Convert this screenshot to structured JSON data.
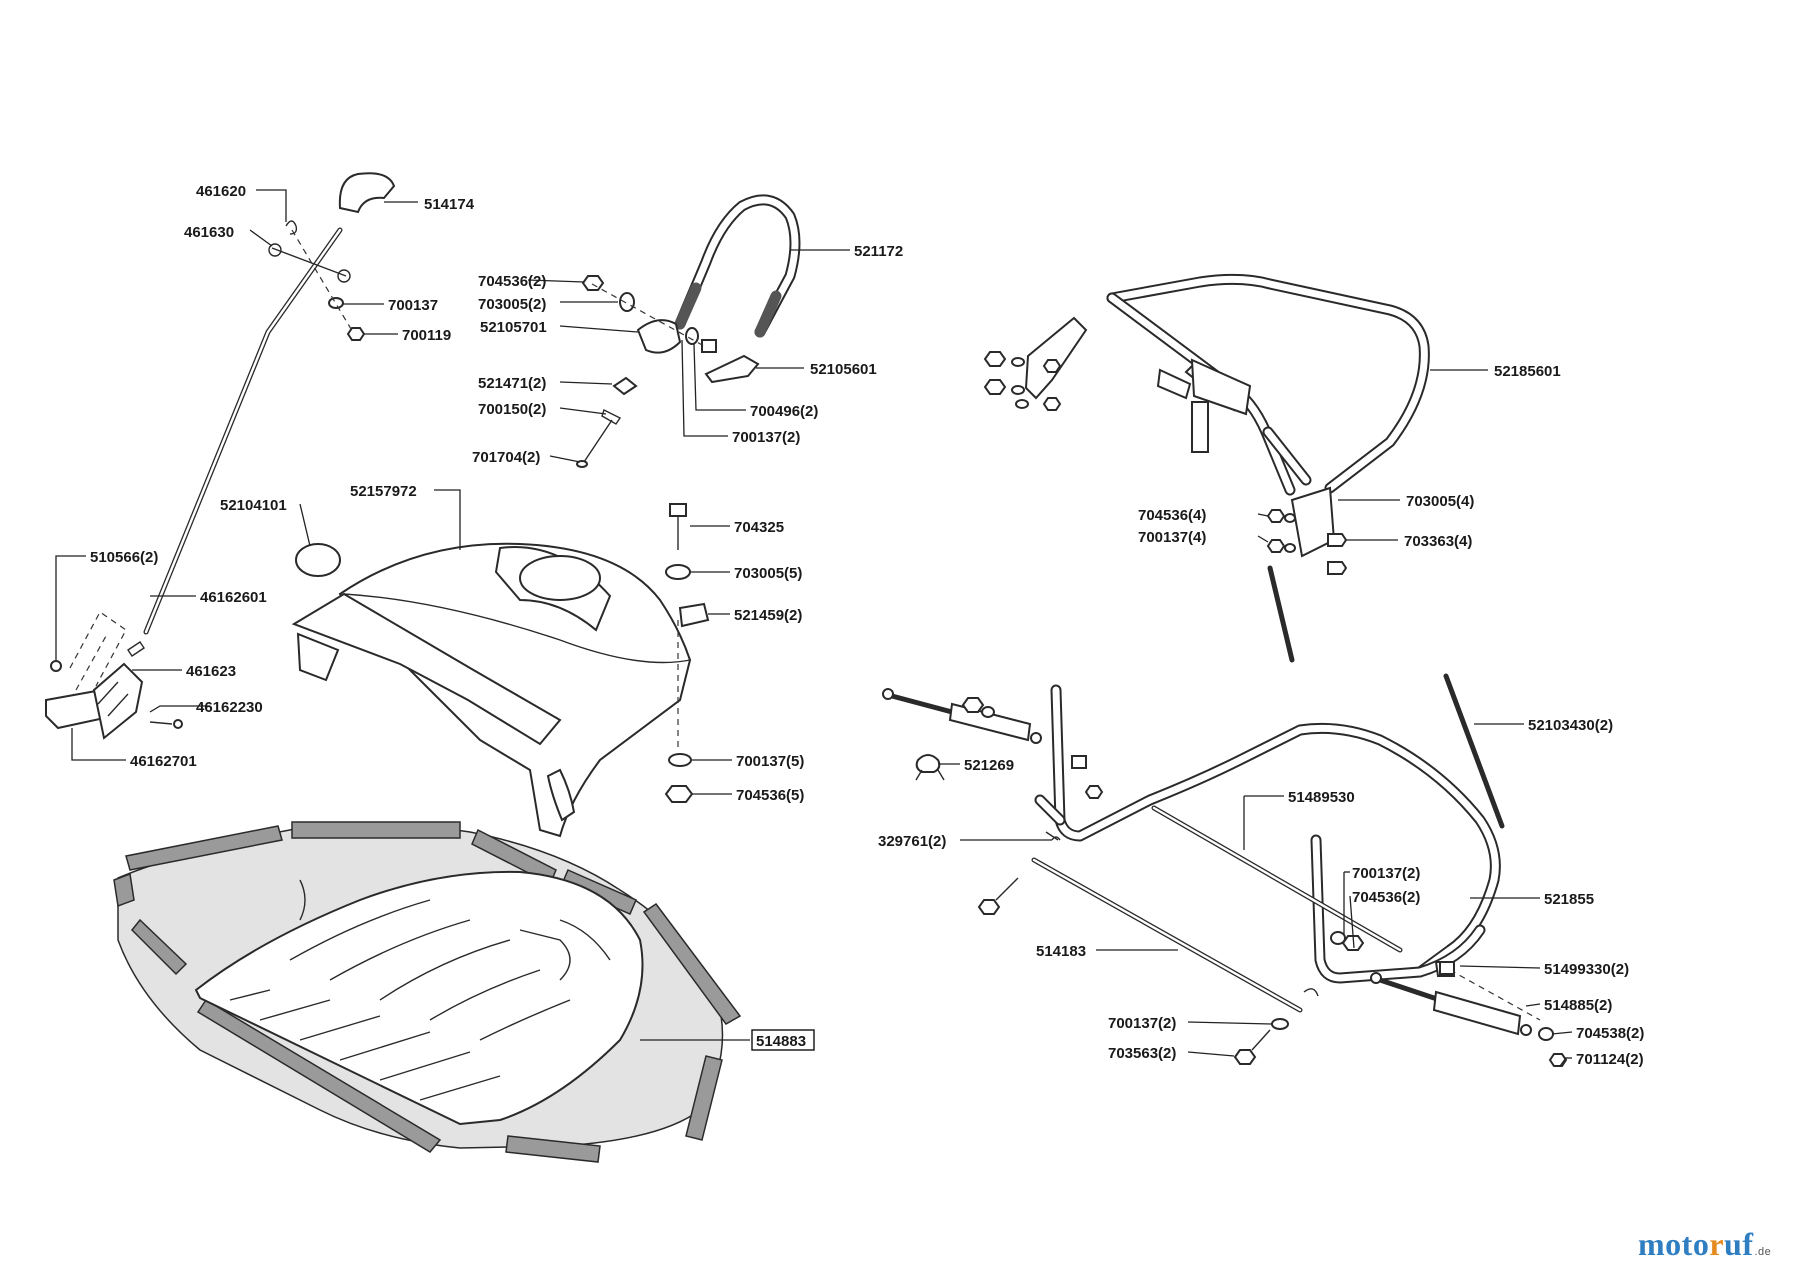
{
  "labels": {
    "p461620": "461620",
    "p514174": "514174",
    "p461630": "461630",
    "p700137_a": "700137",
    "p700119": "700119",
    "p521172": "521172",
    "p704536_2a": "704536(2)",
    "p703005_2": "703005(2)",
    "p52105701": "52105701",
    "p52105601": "52105601",
    "p521471_2": "521471(2)",
    "p700150_2": "700150(2)",
    "p700496_2": "700496(2)",
    "p700137_2a": "700137(2)",
    "p701704_2": "701704(2)",
    "p52185601": "52185601",
    "p704536_4": "704536(4)",
    "p703005_4": "703005(4)",
    "p700137_4": "700137(4)",
    "p703363_4": "703363(4)",
    "p52104101": "52104101",
    "p52157972": "52157972",
    "p704325": "704325",
    "p703005_5": "703005(5)",
    "p521459_2": "521459(2)",
    "p700137_5": "700137(5)",
    "p704536_5": "704536(5)",
    "p510566_2": "510566(2)",
    "p46162601": "46162601",
    "p461623": "461623",
    "p46162230": "46162230",
    "p46162701": "46162701",
    "p52103430_2": "52103430(2)",
    "p521269": "521269",
    "p51489530": "51489530",
    "p329761_2": "329761(2)",
    "p700137_2b": "700137(2)",
    "p704536_2b": "704536(2)",
    "p521855": "521855",
    "p514183": "514183",
    "p51499330_2": "51499330(2)",
    "p514885_2": "514885(2)",
    "p700137_2c": "700137(2)",
    "p704538_2": "704538(2)",
    "p703563_2": "703563(2)",
    "p701124_2": "701124(2)",
    "p514883": "514883"
  },
  "brand": {
    "part1": "moto",
    "part2": "r",
    "part3": "uf",
    "tld": ".de"
  }
}
